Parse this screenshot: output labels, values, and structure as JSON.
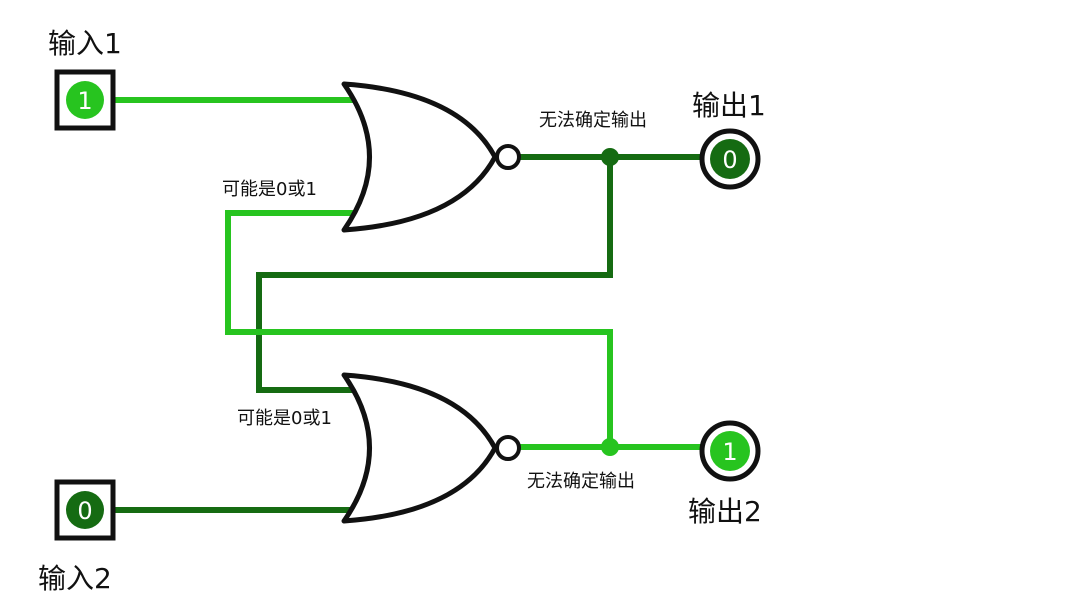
{
  "labels": {
    "input1": "输入1",
    "input2": "输入2",
    "output1": "输出1",
    "output2": "输出2",
    "gate1_input2_note": "可能是0或1",
    "gate2_input1_note": "可能是0或1",
    "output1_note": "无法确定输出",
    "output2_note": "无法确定输出"
  },
  "pins": {
    "input1_value": "1",
    "input2_value": "0",
    "output1_value": "0",
    "output2_value": "1"
  },
  "colors": {
    "wire_high": "#27c41f",
    "wire_low": "#156b12",
    "gate_stroke": "#111111",
    "pin_high_fill": "#27c41f",
    "pin_low_fill": "#156b12"
  }
}
